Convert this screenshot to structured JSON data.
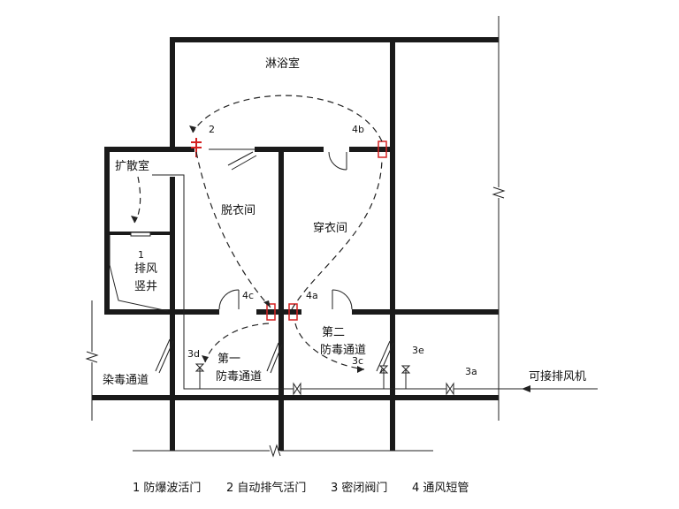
{
  "rooms": {
    "shower": "淋浴室",
    "diffusion": "扩散室",
    "undress": "脱衣间",
    "dress": "穿衣间",
    "exhaust_shaft_line1": "排风",
    "exhaust_shaft_line2": "竖井",
    "decon_channel": "染毒通道",
    "first_line1": "第一",
    "first_line2": "防毒通道",
    "second_line1": "第二",
    "second_line2": "防毒通道"
  },
  "labels": {
    "n1": "1",
    "n2": "2",
    "n3a": "3a",
    "n3c": "3c",
    "n3d": "3d",
    "n3e": "3e",
    "n4a": "4a",
    "n4b": "4b",
    "n4c": "4c",
    "fan": "可接排风机"
  },
  "legend": {
    "item1": "1 防爆波活门",
    "item2": "2 自动排气活门",
    "item3": "3 密闭阀门",
    "item4": "4 通风短管"
  },
  "colors": {
    "wall": "#1a1a1a",
    "accent_red": "#d42020"
  }
}
